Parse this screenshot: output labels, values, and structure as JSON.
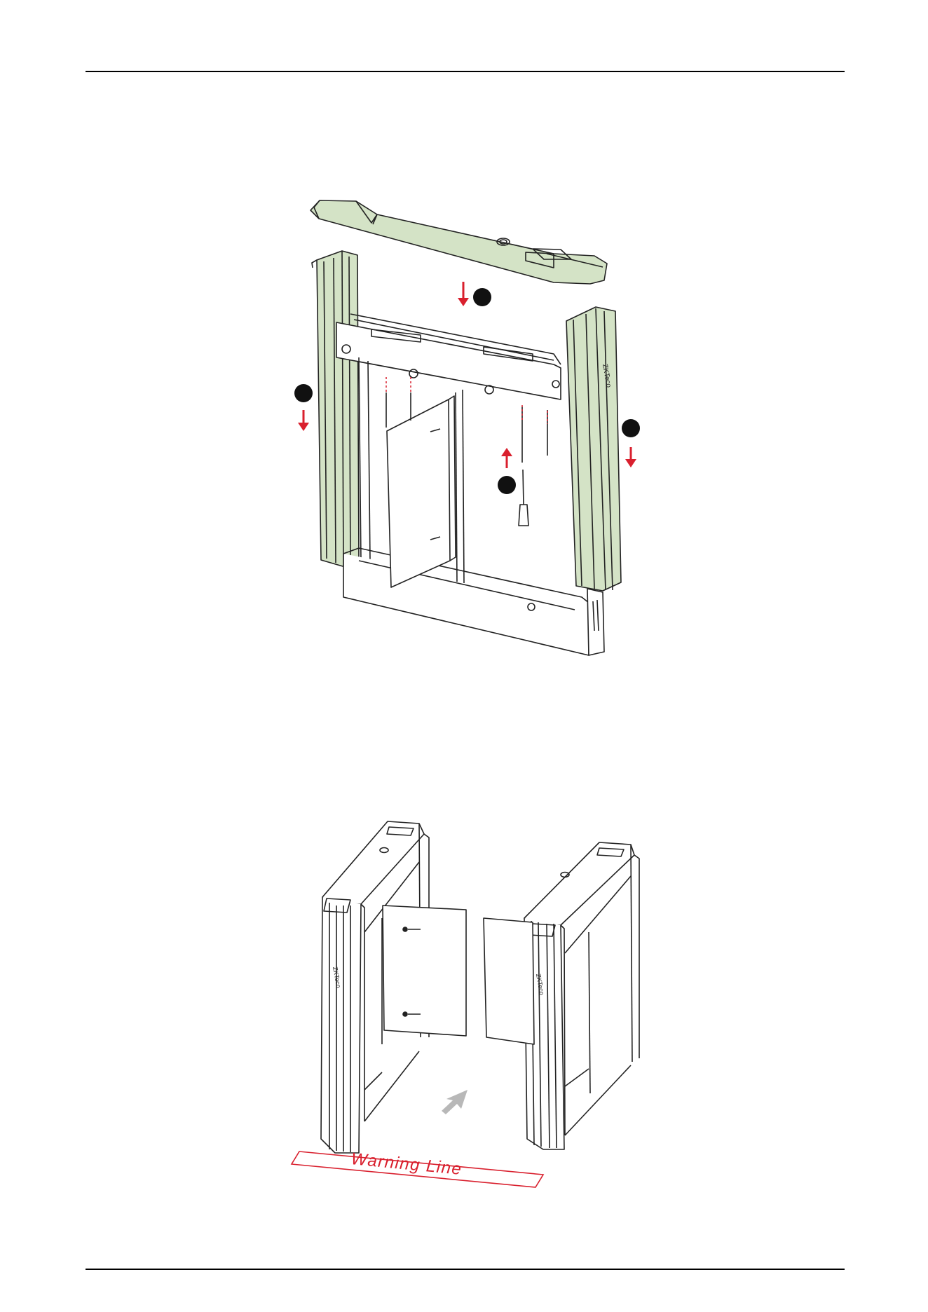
{
  "page": {
    "figure_top": {
      "description": "Exploded assembly: top cover and two side green housings being fitted onto turnstile frame",
      "steps": [
        {
          "label": "",
          "direction": "down"
        },
        {
          "label": "",
          "direction": "down"
        },
        {
          "label": "",
          "direction": "down"
        },
        {
          "label": "",
          "direction": "up"
        }
      ]
    },
    "figure_bottom": {
      "description": "Assembled swing barrier turnstile pair with passage arrow",
      "warning_line_text": "Warning Line"
    }
  },
  "colors": {
    "housing_green": "#d4e3c6",
    "arrow_red": "#d9202e",
    "line_black": "#000000"
  }
}
